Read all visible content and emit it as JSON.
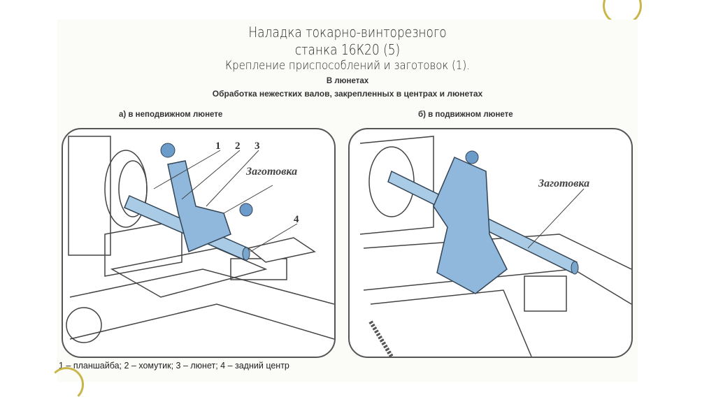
{
  "title_line1": "Наладка токарно-винторезного",
  "title_line2": "станка 16К20 (5)",
  "subtitle": "Крепление приспособлений и заготовок (1).",
  "section": "В люнетах",
  "heading": "Обработка нежестких валов, закрепленных в центрах и люнетах",
  "panel_a": {
    "label": "а) в неподвижном люнете",
    "workpiece_label": "Заготовка",
    "callouts": [
      "1",
      "2",
      "3",
      "4"
    ]
  },
  "panel_b": {
    "label": "б) в подвижном люнете",
    "workpiece_label": "Заготовка"
  },
  "legend": "1 – планшайба; 2 – хомутик; 3 – люнет; 4 – задний центр",
  "colors": {
    "workpiece": "#a9cbe6",
    "steady_rest": "#8fb8dc",
    "outline": "#444444",
    "accent_arc": "#c9b64a"
  }
}
